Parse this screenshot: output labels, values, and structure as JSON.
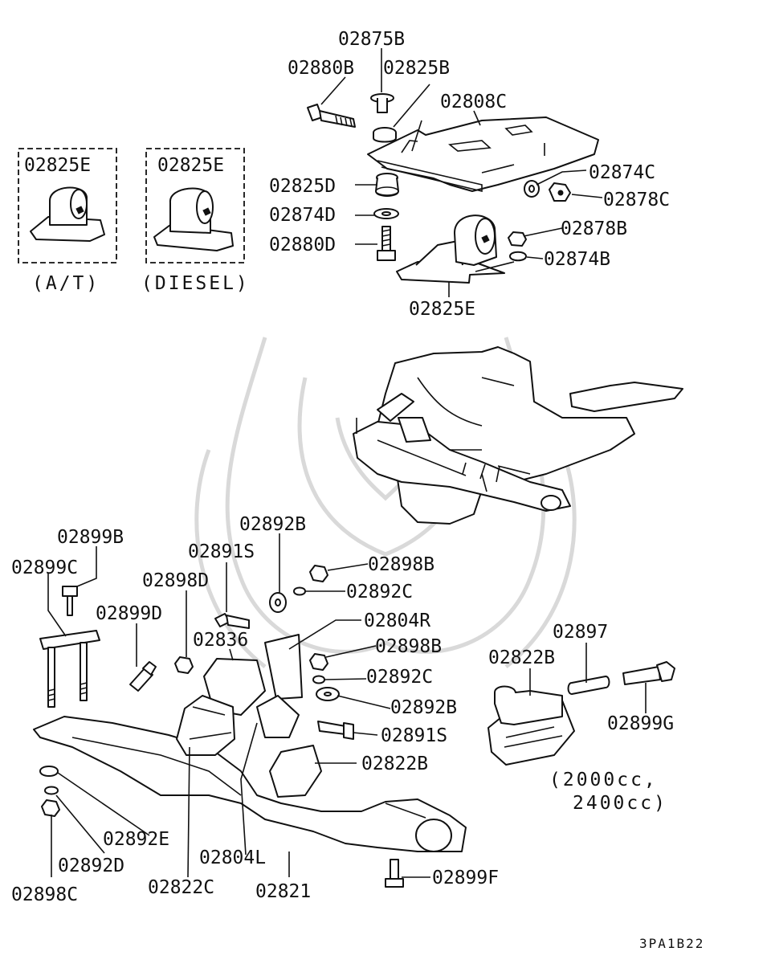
{
  "diagram_code": "3PA1B22",
  "insets": {
    "at": {
      "part": "02825E",
      "caption": "(A/T)"
    },
    "diesel": {
      "part": "02825E",
      "caption": "(DIESEL)"
    }
  },
  "variant_note": {
    "line1": "(2000cc,",
    "line2": "2400cc)"
  },
  "labels": {
    "p02875B": "02875B",
    "p02880B": "02880B",
    "p02825B": "02825B",
    "p02808C": "02808C",
    "p02825D": "02825D",
    "p02874C": "02874C",
    "p02878C": "02878C",
    "p02874D": "02874D",
    "p02878B": "02878B",
    "p02880D": "02880D",
    "p02874B": "02874B",
    "p02825E": "02825E",
    "p02892B_top": "02892B",
    "p02899B": "02899B",
    "p02891S_top": "02891S",
    "p02898B_top": "02898B",
    "p02899C": "02899C",
    "p02898D": "02898D",
    "p02892C_top": "02892C",
    "p02899D": "02899D",
    "p02804R": "02804R",
    "p02836": "02836",
    "p02898B_mid": "02898B",
    "p02897": "02897",
    "p02822B_right": "02822B",
    "p02892C_mid": "02892C",
    "p02892B_mid": "02892B",
    "p02899G": "02899G",
    "p02891S_mid": "02891S",
    "p02822B_mid": "02822B",
    "p02892E": "02892E",
    "p02892D": "02892D",
    "p02804L": "02804L",
    "p02899F": "02899F",
    "p02898C": "02898C",
    "p02822C": "02822C",
    "p02821": "02821"
  }
}
